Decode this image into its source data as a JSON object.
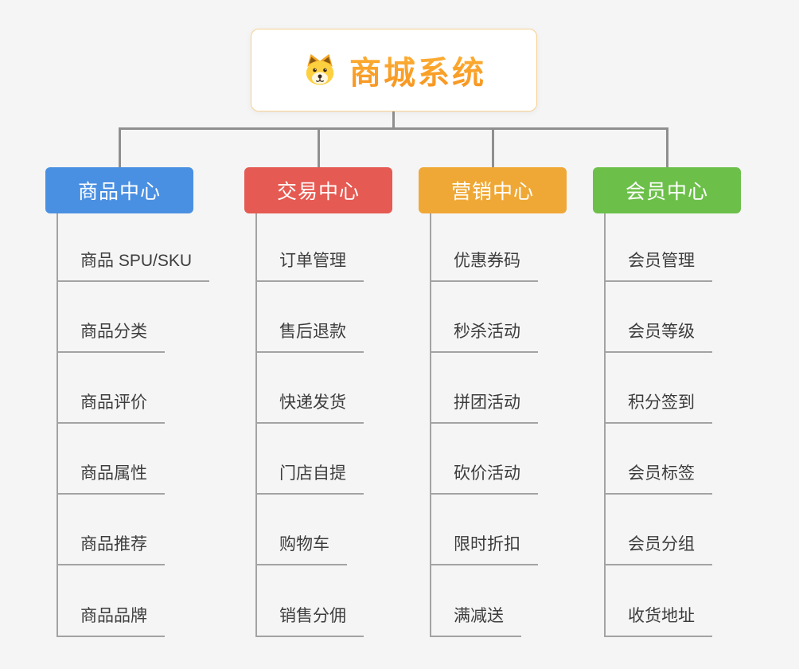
{
  "root": {
    "title": "商城系统",
    "icon": "dog-icon"
  },
  "branches": [
    {
      "label": "商品中心",
      "color": "#4a90e2",
      "children": [
        "商品 SPU/SKU",
        "商品分类",
        "商品评价",
        "商品属性",
        "商品推荐",
        "商品品牌"
      ]
    },
    {
      "label": "交易中心",
      "color": "#e55a52",
      "children": [
        "订单管理",
        "售后退款",
        "快递发货",
        "门店自提",
        "购物车",
        "销售分佣"
      ]
    },
    {
      "label": "营销中心",
      "color": "#efa836",
      "children": [
        "优惠券码",
        "秒杀活动",
        "拼团活动",
        "砍价活动",
        "限时折扣",
        "满减送"
      ]
    },
    {
      "label": "会员中心",
      "color": "#6cc04a",
      "children": [
        "会员管理",
        "会员等级",
        "积分签到",
        "会员标签",
        "会员分组",
        "收货地址"
      ]
    }
  ],
  "colors": {
    "canvas": "#f5f5f5",
    "line": "#8f8f8f",
    "leaf-line": "#a3a3a3",
    "root-border": "#f6d193",
    "root-title": "#f9a21c",
    "text": "#3d3d3d"
  }
}
